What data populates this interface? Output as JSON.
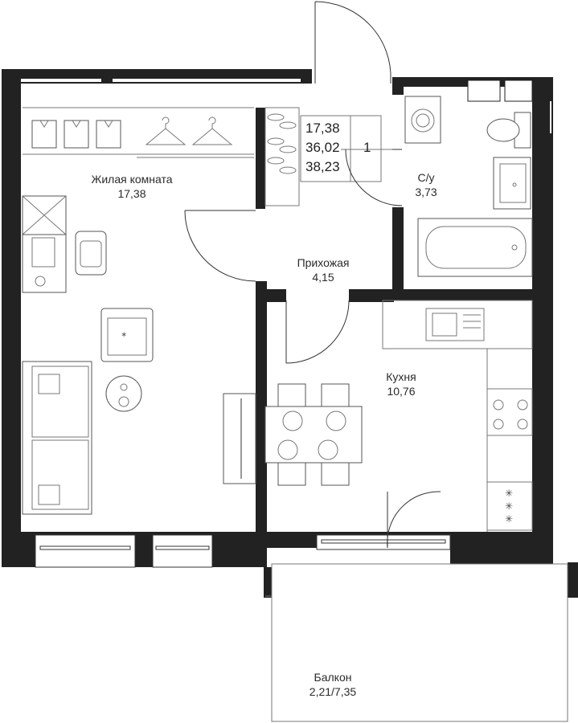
{
  "rooms": {
    "living": {
      "name": "Жилая комната",
      "area": "17,38"
    },
    "hall": {
      "name": "Прихожая",
      "area": "4,15"
    },
    "bathroom": {
      "name": "С/у",
      "area": "3,73"
    },
    "kitchen": {
      "name": "Кухня",
      "area": "10,76"
    },
    "balcony": {
      "name": "Балкон",
      "area": "2,21/7,35"
    }
  },
  "summary": {
    "living_area": "17,38",
    "total_area": "36,02",
    "total_with_balcony": "38,23",
    "rooms_count": "1"
  },
  "colors": {
    "wall": "#222222",
    "line": "#333333",
    "background": "#ffffff"
  },
  "icons": [
    "shirt-icon",
    "hanger-icon",
    "shoe-icon",
    "washing-machine-icon",
    "toilet-icon",
    "sink-icon",
    "bathtub-icon",
    "stove-icon",
    "chair-icon",
    "plate-icon",
    "armchair-icon",
    "sofa-icon",
    "desk-icon",
    "tv-icon"
  ]
}
